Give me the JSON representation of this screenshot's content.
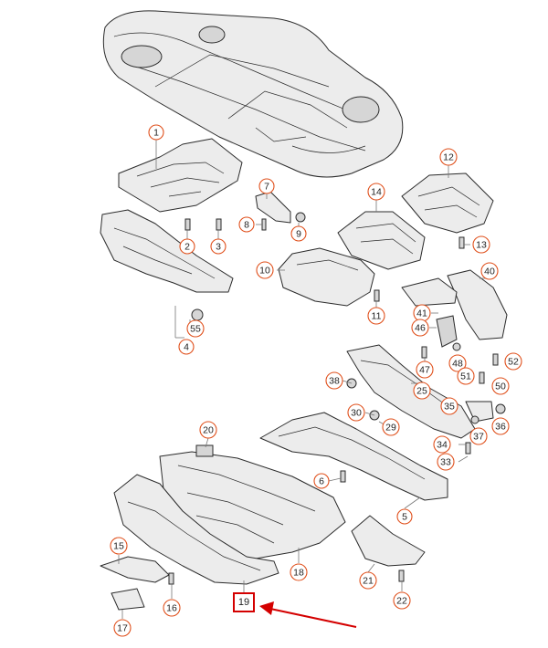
{
  "diagram": {
    "callouts": [
      {
        "id": "c1",
        "label": "1"
      },
      {
        "id": "c2",
        "label": "2"
      },
      {
        "id": "c3",
        "label": "3"
      },
      {
        "id": "c4",
        "label": "4"
      },
      {
        "id": "c55",
        "label": "55"
      },
      {
        "id": "c7",
        "label": "7"
      },
      {
        "id": "c8",
        "label": "8"
      },
      {
        "id": "c9",
        "label": "9"
      },
      {
        "id": "c10",
        "label": "10"
      },
      {
        "id": "c11",
        "label": "11"
      },
      {
        "id": "c12",
        "label": "12"
      },
      {
        "id": "c13",
        "label": "13"
      },
      {
        "id": "c14",
        "label": "14"
      },
      {
        "id": "c40",
        "label": "40"
      },
      {
        "id": "c41",
        "label": "41"
      },
      {
        "id": "c46",
        "label": "46"
      },
      {
        "id": "c47",
        "label": "47"
      },
      {
        "id": "c48",
        "label": "48"
      },
      {
        "id": "c51",
        "label": "51"
      },
      {
        "id": "c52",
        "label": "52"
      },
      {
        "id": "c50",
        "label": "50"
      },
      {
        "id": "c38",
        "label": "38"
      },
      {
        "id": "c25",
        "label": "25"
      },
      {
        "id": "c35",
        "label": "35"
      },
      {
        "id": "c36",
        "label": "36"
      },
      {
        "id": "c37",
        "label": "37"
      },
      {
        "id": "c30",
        "label": "30"
      },
      {
        "id": "c29",
        "label": "29"
      },
      {
        "id": "c34",
        "label": "34"
      },
      {
        "id": "c33",
        "label": "33"
      },
      {
        "id": "c20",
        "label": "20"
      },
      {
        "id": "c6",
        "label": "6"
      },
      {
        "id": "c5",
        "label": "5"
      },
      {
        "id": "c18",
        "label": "18"
      },
      {
        "id": "c15",
        "label": "15"
      },
      {
        "id": "c16",
        "label": "16"
      },
      {
        "id": "c17",
        "label": "17"
      },
      {
        "id": "c21",
        "label": "21"
      },
      {
        "id": "c22",
        "label": "22"
      }
    ],
    "highlight": {
      "label": "19"
    },
    "colors": {
      "callout": "#e0501c",
      "highlight": "#d40000"
    }
  }
}
